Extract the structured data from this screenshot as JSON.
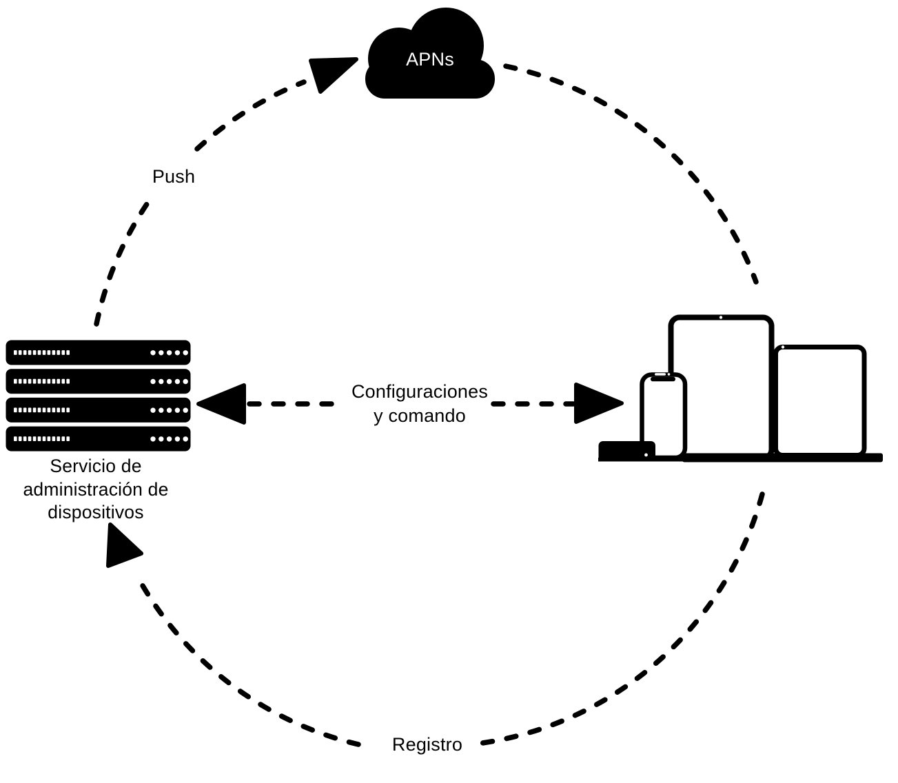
{
  "colors": {
    "ink": "#000000",
    "background": "#ffffff",
    "apns_text": "#ffffff"
  },
  "nodes": {
    "apns": {
      "label": "APNs",
      "icon": "cloud-icon"
    },
    "mdm_server": {
      "icon": "server-rack-icon",
      "label_lines": [
        "Servicio de",
        "administración de",
        "dispositivos"
      ]
    },
    "devices": {
      "icon": "devices-icon",
      "device_types": [
        "apple-tv",
        "iphone",
        "ipad",
        "macbook"
      ]
    }
  },
  "arrows": {
    "push": {
      "label": "Push",
      "from": "mdm_server",
      "to": "apns",
      "style": "dashed"
    },
    "apns_to_devices": {
      "from": "apns",
      "to": "devices",
      "style": "dashed"
    },
    "configurations": {
      "label_lines": [
        "Configuraciones",
        "y comando"
      ],
      "between": [
        "mdm_server",
        "devices"
      ],
      "direction": "bidirectional",
      "style": "dashed"
    },
    "registration": {
      "label": "Registro",
      "from": "devices",
      "to": "mdm_server",
      "style": "dashed"
    }
  }
}
